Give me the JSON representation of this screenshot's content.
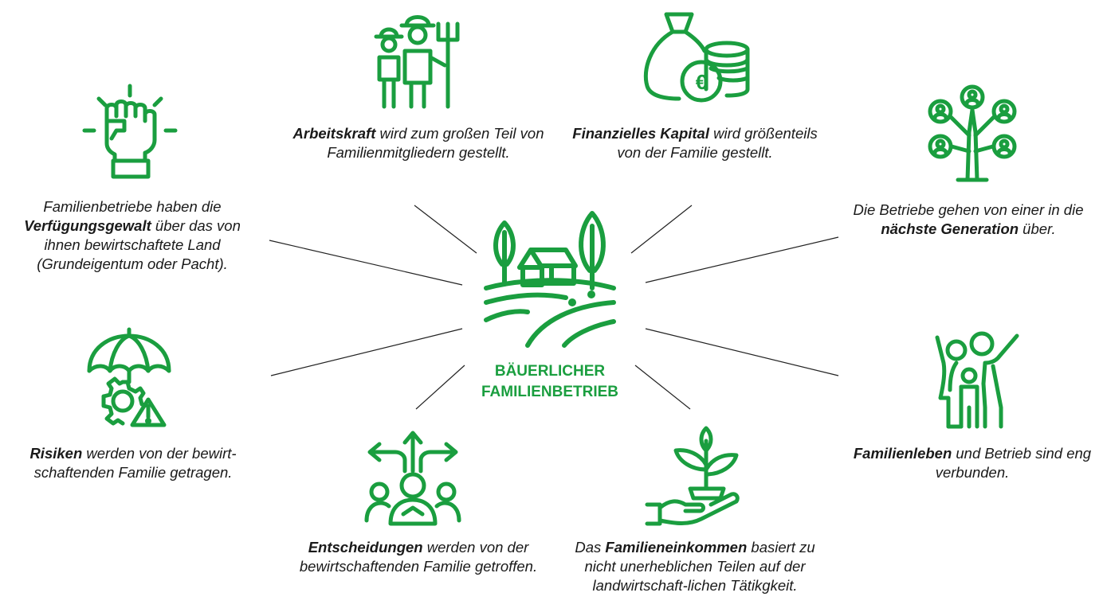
{
  "accent_color": "#1a9e3f",
  "center": {
    "line1": "BÄUERLICHER",
    "line2": "FAMILIENBETRIEB",
    "icon": "farm-landscape-icon"
  },
  "items": {
    "arbeitskraft": {
      "icon": "farmer-family-icon",
      "pre": "",
      "bold": "Arbeitskraft",
      "post": " wird zum großen Teil von Familienmitgliedern gestellt."
    },
    "kapital": {
      "icon": "money-bag-euro-icon",
      "pre": "",
      "bold": "Finanzielles Kapital",
      "post": " wird größenteils von der Familie gestellt."
    },
    "verfuegung": {
      "icon": "raised-fist-icon",
      "pre": "Familienbetriebe haben die ",
      "bold": "Verfügungsgewalt",
      "post": " über das von ihnen bewirtschaftete Land (Grundeigentum oder Pacht)."
    },
    "generation": {
      "icon": "family-tree-icon",
      "pre": "Die Betriebe gehen von einer in die ",
      "bold": "nächste Generation",
      "post": " über."
    },
    "risiken": {
      "icon": "umbrella-gear-warning-icon",
      "pre": "",
      "bold": "Risiken",
      "post": " werden von der bewirt-schaftenden Familie getragen."
    },
    "familienleben": {
      "icon": "family-hug-icon",
      "pre": "",
      "bold": "Familienleben",
      "post": " und Betrieb sind eng verbunden."
    },
    "entscheidungen": {
      "icon": "decision-arrows-icon",
      "pre": "",
      "bold": "Entscheidungen",
      "post": " werden von der bewirtschaftenden Familie getroffen."
    },
    "einkommen": {
      "icon": "hand-sprout-icon",
      "pre": "Das ",
      "bold": "Familieneinkommen",
      "post": " basiert zu nicht unerheblichen Teilen auf der landwirtschaft-lichen Tätikgkeit."
    }
  }
}
